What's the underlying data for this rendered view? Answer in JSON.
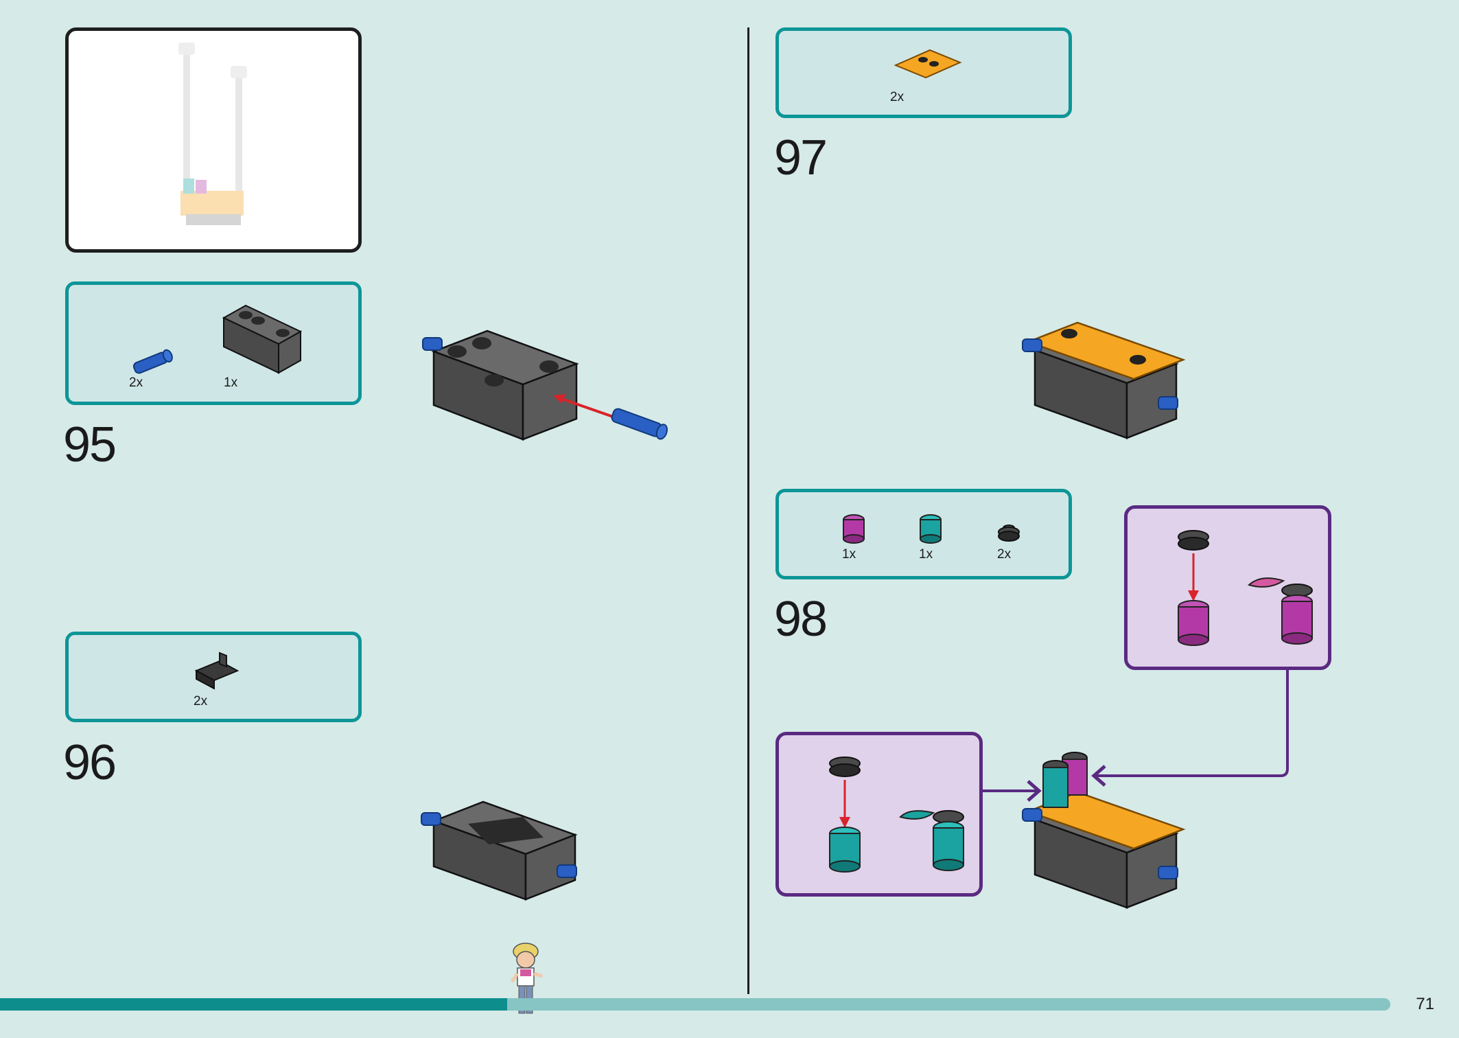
{
  "page": {
    "number": "71",
    "progress_percent": 36.5
  },
  "colors": {
    "background": "#d6eae8",
    "parts_box_border": "#0d9597",
    "parts_box_fill": "#cfe6e6",
    "callout_border": "#5a2a82",
    "callout_fill": "#e0d2ea",
    "brick_dark": "#4a4a4a",
    "pin_blue": "#2a5fc4",
    "plate_orange": "#f5a623",
    "magenta": "#b33aa6",
    "teal": "#1aa3a0",
    "arrow_red": "#d8242a"
  },
  "steps": [
    {
      "number": "95",
      "parts": [
        {
          "icon": "blue-pin-icon",
          "qty": "2x"
        },
        {
          "icon": "dark-brick-icon",
          "qty": "1x"
        }
      ]
    },
    {
      "number": "96",
      "parts": [
        {
          "icon": "dark-bracket-icon",
          "qty": "2x"
        }
      ]
    },
    {
      "number": "97",
      "parts": [
        {
          "icon": "orange-plate-icon",
          "qty": "2x"
        }
      ]
    },
    {
      "number": "98",
      "parts": [
        {
          "icon": "magenta-round-brick-icon",
          "qty": "1x"
        },
        {
          "icon": "teal-round-brick-icon",
          "qty": "1x"
        },
        {
          "icon": "dark-round-tile-icon",
          "qty": "2x"
        }
      ]
    }
  ]
}
